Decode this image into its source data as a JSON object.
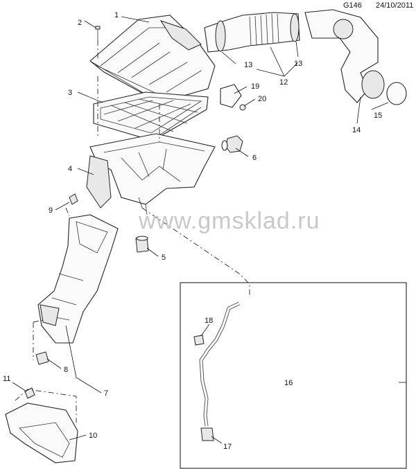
{
  "header": {
    "code": "G146",
    "date": "24/10/2011"
  },
  "watermark": "www.gmsklad.ru",
  "callouts": [
    "1",
    "2",
    "3",
    "4",
    "5",
    "6",
    "7",
    "8",
    "9",
    "10",
    "11",
    "12",
    "13",
    "13",
    "14",
    "15",
    "16",
    "17",
    "18",
    "19",
    "20"
  ]
}
